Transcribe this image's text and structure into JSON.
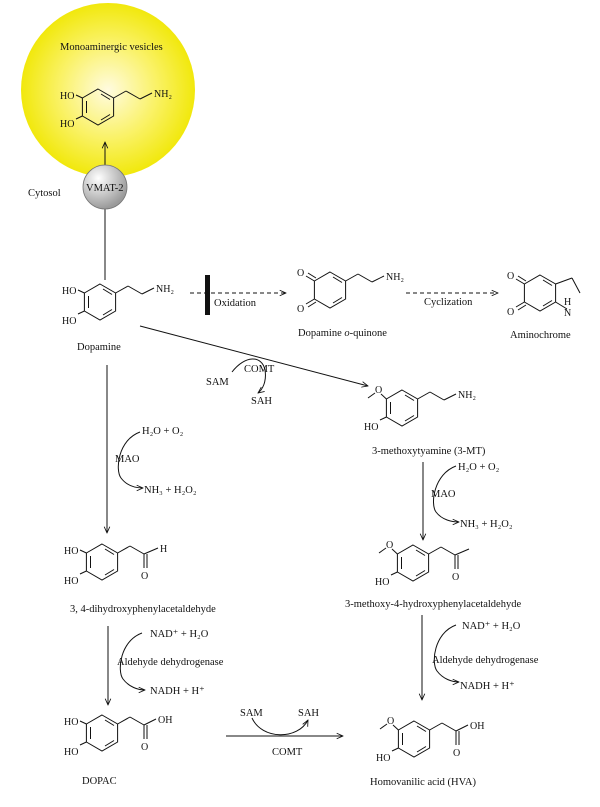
{
  "labels": {
    "vesicles": "Monoaminergic vesicles",
    "cytosol": "Cytosol",
    "vmat": "VMAT-2",
    "dopamine": "Dopamine",
    "oxidation": "Oxidation",
    "quinone_pre": "Dopamine ",
    "quinone_o": "o",
    "quinone_post": "-quinone",
    "cyclization": "Cyclization",
    "aminochrome": "Aminochrome",
    "sam1": "SAM",
    "comt1": "COMT",
    "sah1": "SAH",
    "mt3": "3-methoxytyamine (3-MT)",
    "h2o_o2_1": "H₂O + O₂",
    "mao1": "MAO",
    "nh3_h2o2_1": "NH₃ + H₂O₂",
    "h2o_o2_2": "H₂O + O₂",
    "mao2": "MAO",
    "nh3_h2o2_2": "NH₃ + H₂O₂",
    "dopal": "3, 4-dihydroxyphenylacetaldehyde",
    "mhpa": "3-methoxy-4-hydroxyphenylacetaldehyde",
    "nad1": "NAD⁺ + H₂O",
    "aldh1": "Aldehyde dehydrogenase",
    "nadh1": "NADH + H⁺",
    "nad2": "NAD⁺ + H₂O",
    "aldh2": "Aldehyde dehydrogenase",
    "nadh2": "NADH + H⁺",
    "sam2": "SAM",
    "sah2": "SAH",
    "comt2": "COMT",
    "dopac": "DOPAC",
    "hva": "Homovanilic acid (HVA)"
  },
  "atoms": {
    "ho": "HO",
    "nh2": "NH₂",
    "o": "O",
    "h": "H",
    "oh": "OH",
    "n": "N",
    "methoxy": "O"
  },
  "colors": {
    "vesicle_fill": "#f7f01e",
    "vesicle_core": "#fffbe0",
    "transporter": "#c8c8c8",
    "ink": "#111111"
  }
}
